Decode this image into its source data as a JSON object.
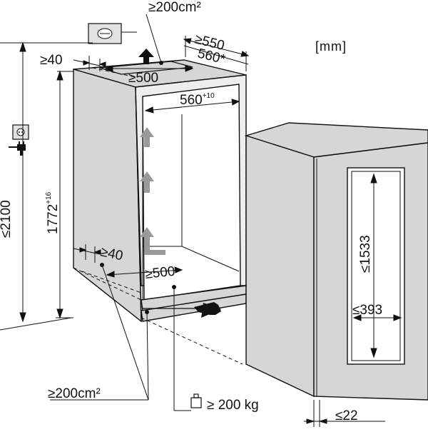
{
  "units": "[mm]",
  "niche": {
    "vent_top": "≥200cm²",
    "depth_min": "≥550",
    "depth_rec": "560*",
    "gap_top": "≥40",
    "vent_depth_top": "≥500",
    "width": "560",
    "width_tol": "+10",
    "height_max": "≤2100",
    "height": "1772",
    "height_tol": "+16",
    "gap_bottom": "≥40",
    "vent_depth_bottom": "≥500",
    "vent_bottom": "≥200cm²",
    "load": "≥ 200 kg"
  },
  "appliance": {
    "door_height": "≤1533",
    "door_width": "≤393",
    "door_thickness": "≤22"
  },
  "icons": [
    "socket-icon",
    "plug-icon",
    "vent-grille-icon",
    "weight-icon",
    "airflow-arrow-icon",
    "insert-arrow-icon"
  ],
  "colors": {
    "line": "#111111",
    "panel": "#d6d6d6",
    "arrow": "#9a9a9a"
  }
}
